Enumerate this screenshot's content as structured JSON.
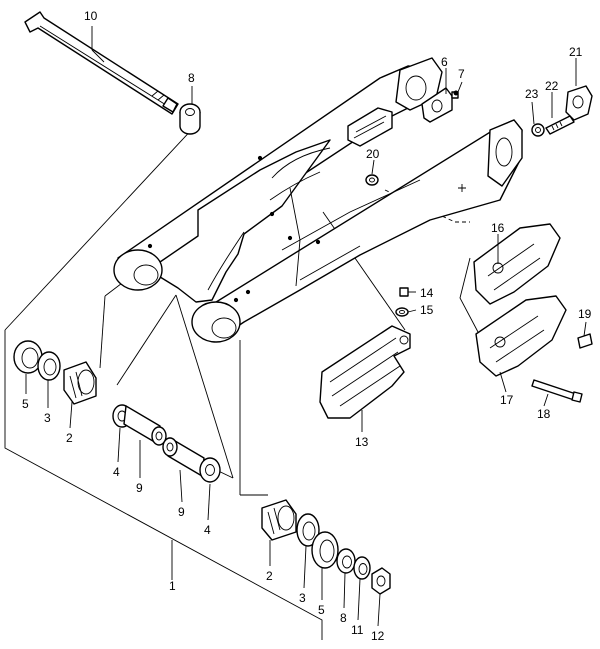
{
  "callouts": {
    "c1": "1",
    "c2a": "2",
    "c2b": "2",
    "c3a": "3",
    "c3b": "3",
    "c4a": "4",
    "c4b": "4",
    "c5a": "5",
    "c5b": "5",
    "c6": "6",
    "c7": "7",
    "c8a": "8",
    "c8b": "8",
    "c9a": "9",
    "c9b": "9",
    "c10": "10",
    "c11": "11",
    "c12": "12",
    "c13": "13",
    "c14": "14",
    "c15": "15",
    "c16": "16",
    "c17": "17",
    "c18": "18",
    "c19": "19",
    "c20": "20",
    "c21": "21",
    "c22": "22",
    "c23": "23"
  }
}
